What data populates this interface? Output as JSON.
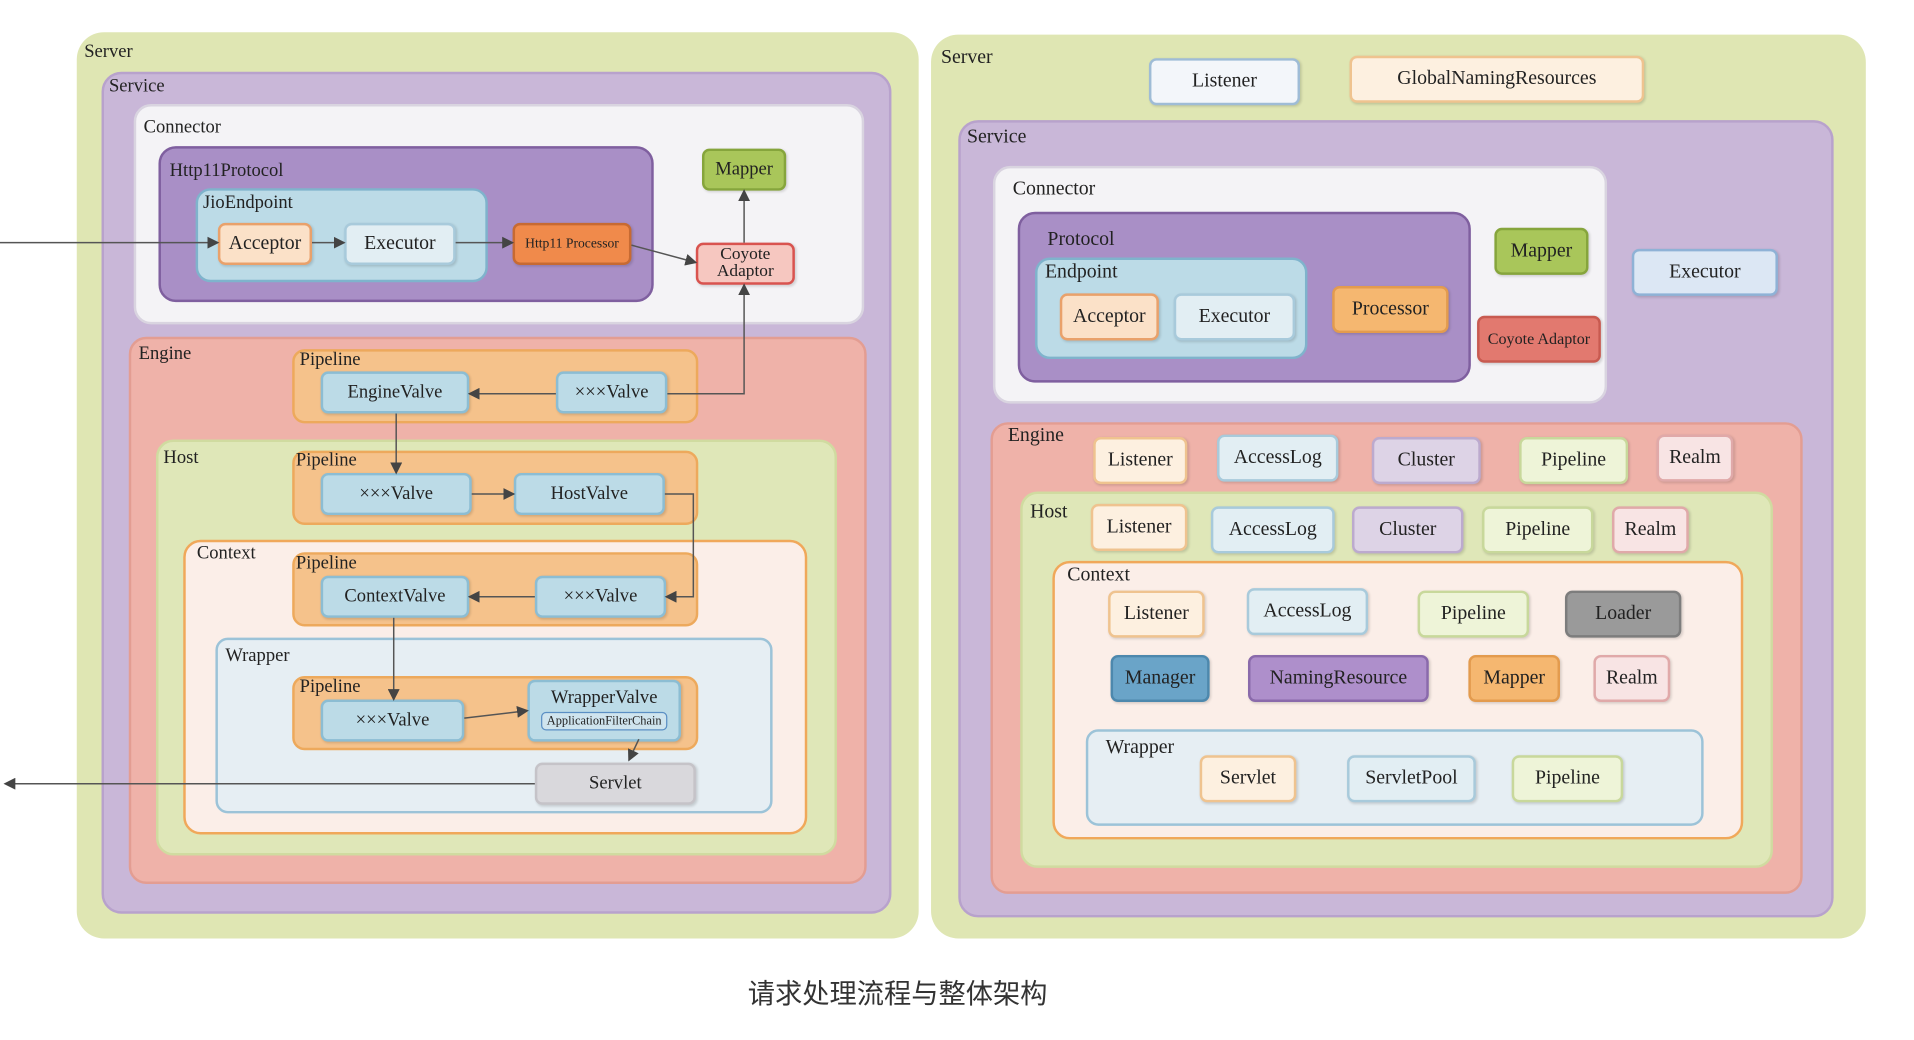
{
  "left": {
    "server": "Server",
    "service": "Service",
    "connector": "Connector",
    "http11protocol": "Http11Protocol",
    "jioendpoint": "JioEndpoint",
    "acceptor": "Acceptor",
    "executor": "Executor",
    "http11processor": "Http11 Processor",
    "mapper": "Mapper",
    "coyote_adaptor_1": "Coyote",
    "coyote_adaptor_2": "Adaptor",
    "engine": "Engine",
    "engine_pipeline": "Pipeline",
    "engine_valve": "EngineValve",
    "engine_xxx_valve": "×××Valve",
    "host": "Host",
    "host_pipeline": "Pipeline",
    "host_xxx_valve": "×××Valve",
    "host_valve": "HostValve",
    "context": "Context",
    "context_pipeline": "Pipeline",
    "context_valve": "ContextValve",
    "context_xxx_valve": "×××Valve",
    "wrapper": "Wrapper",
    "wrapper_pipeline": "Pipeline",
    "wrapper_xxx_valve": "×××Valve",
    "wrapper_valve": "WrapperValve",
    "filter_chain": "ApplicationFilterChain",
    "servlet": "Servlet"
  },
  "right": {
    "server": "Server",
    "listener": "Listener",
    "global_naming": "GlobalNamingResources",
    "service": "Service",
    "connector": "Connector",
    "protocol": "Protocol",
    "endpoint": "Endpoint",
    "acceptor": "Acceptor",
    "executor_inner": "Executor",
    "processor": "Processor",
    "mapper": "Mapper",
    "coyote_adaptor": "Coyote Adaptor",
    "executor": "Executor",
    "engine": {
      "label": "Engine",
      "listener": "Listener",
      "accesslog": "AccessLog",
      "cluster": "Cluster",
      "pipeline": "Pipeline",
      "realm": "Realm"
    },
    "host": {
      "label": "Host",
      "listener": "Listener",
      "accesslog": "AccessLog",
      "cluster": "Cluster",
      "pipeline": "Pipeline",
      "realm": "Realm"
    },
    "context": {
      "label": "Context",
      "listener": "Listener",
      "accesslog": "AccessLog",
      "pipeline": "Pipeline",
      "loader": "Loader",
      "manager": "Manager",
      "naming_resource": "NamingResource",
      "mapper": "Mapper",
      "realm": "Realm"
    },
    "wrapper": {
      "label": "Wrapper",
      "servlet": "Servlet",
      "servlet_pool": "ServletPool",
      "pipeline": "Pipeline"
    }
  },
  "caption": "请求处理流程与整体架构"
}
